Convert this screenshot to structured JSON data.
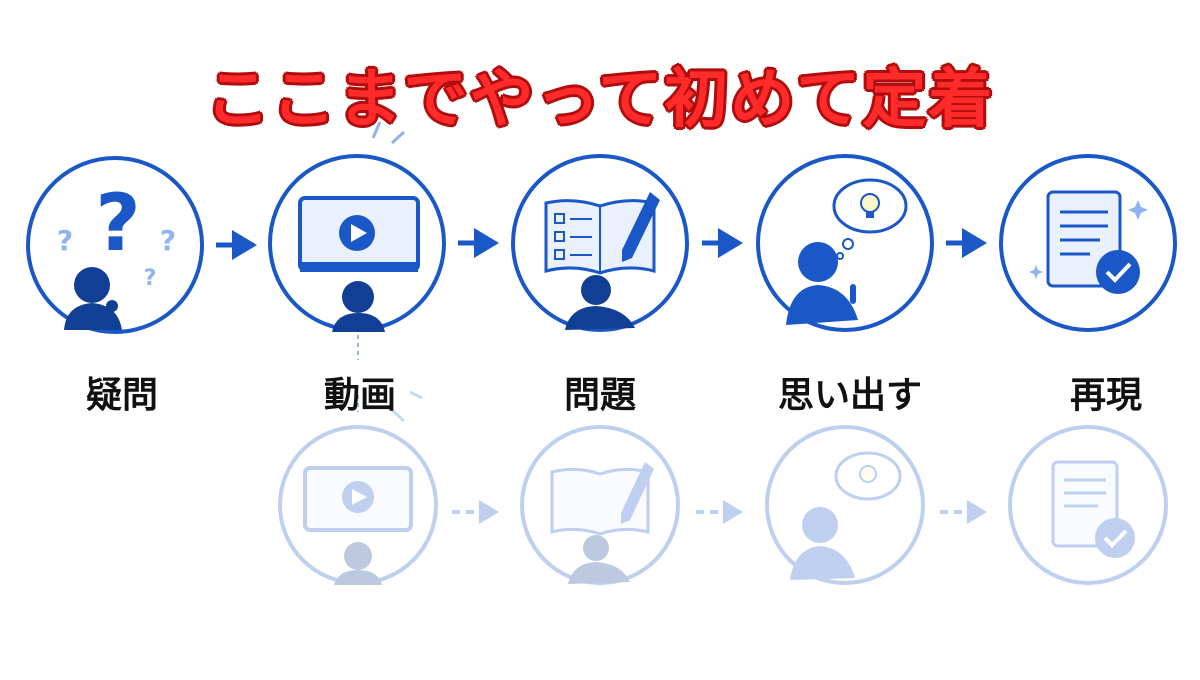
{
  "headline": "ここまでやって初めて定着",
  "colors": {
    "primary_blue": "#1a57c7",
    "dark_blue": "#123f96",
    "light_fill": "#eaf1fd",
    "headline_red": "#ff2a2a"
  },
  "steps": [
    {
      "label": "疑問",
      "icon": "question-person-icon"
    },
    {
      "label": "動画",
      "icon": "video-watch-icon"
    },
    {
      "label": "問題",
      "icon": "workbook-pen-icon"
    },
    {
      "label": "思い出す",
      "icon": "thinking-lightbulb-icon"
    },
    {
      "label": "再現",
      "icon": "document-check-icon"
    }
  ],
  "faded_row": [
    {
      "icon": "video-watch-icon"
    },
    {
      "icon": "workbook-pen-icon"
    },
    {
      "icon": "thinking-lightbulb-icon"
    },
    {
      "icon": "document-check-icon"
    }
  ]
}
